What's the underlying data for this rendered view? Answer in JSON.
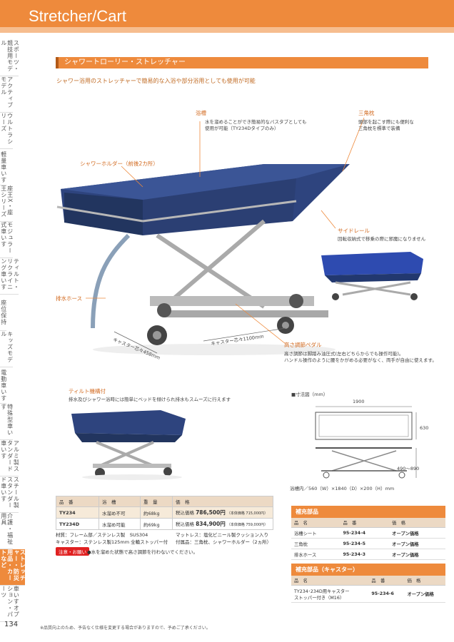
{
  "header": {
    "title": "Stretcher/Cart"
  },
  "sidebar": [
    {
      "label": "スポーツ・競技用モデル",
      "active": false
    },
    {
      "label": "アクティブモデル",
      "active": false
    },
    {
      "label": "ウルトラシリーズ",
      "active": false
    },
    {
      "label": "軽量車いす",
      "active": false
    },
    {
      "label": "座王X・座王シリーズ",
      "active": false
    },
    {
      "label": "モジュラー式車いす",
      "active": false
    },
    {
      "label": "ティルト・リクライニング車いす",
      "active": false
    },
    {
      "label": "座位保持",
      "active": false
    },
    {
      "label": "キッズモデル",
      "active": false
    },
    {
      "label": "電動車いす",
      "active": false
    },
    {
      "label": "特殊型車いす",
      "active": false
    },
    {
      "label": "アルミ製スタンダード車いす",
      "active": false
    },
    {
      "label": "スチール製スタンダード車いす",
      "active": false
    },
    {
      "label": "介護・福祉用具",
      "active": false
    },
    {
      "label": "ストレッチャー・防災用品・カートなど",
      "active": true
    },
    {
      "label": "車いすオプション・パーツ",
      "active": false
    }
  ],
  "section": {
    "title": "シャワートローリー・ストレッチャー",
    "lead": "シャワー浴用のストレッチャーで簡易的な入浴や部分浴用としても使用が可能"
  },
  "annotations": {
    "tub_title": "浴槽",
    "tub_desc_1": "水を溜めることができ簡易的なバスタブとしても",
    "tub_desc_2": "使用が可能（TY234Dタイプのみ）",
    "pillow_title": "三角枕",
    "pillow_desc_1": "頭部を起こす際にも便利な",
    "pillow_desc_2": "三角枕を標準で装備",
    "holder_title": "シャワーホルダー（前後2カ所）",
    "rail_title": "サイドレール",
    "rail_desc": "回転収納式で移乗の際に邪魔になりません",
    "hose_title": "排水ホース",
    "pedal_title": "高さ調節ペダル",
    "pedal_desc_1": "高さ調節は脚踏み油圧式(左右どちらからでも操作可能)。",
    "pedal_desc_2": "ハンドル操作のように腰をかがめる必要がなく、両手が自由に使えます。",
    "caster_dim_1": "キャスター芯々458mm",
    "caster_dim_2": "キャスター芯々1100mm",
    "tilt_title": "ティルト機構付",
    "tilt_desc": "排水及びシャワー浴時には簡単にベッドを傾けられ排水もスムーズに行えます"
  },
  "dimensions": {
    "label": "■寸法図（mm）",
    "width": "1900",
    "depth": "630",
    "height": "490～890",
    "inner": "浴槽内／560（W）×1840（D）×200（H）mm"
  },
  "spec_table": {
    "headers": [
      "品　番",
      "浴　槽",
      "重　量",
      "価　格"
    ],
    "rows": [
      {
        "code": "TY234",
        "tub": "水溜め不可",
        "weight": "約68kg",
        "price_prefix": "税込価格",
        "price": "786,500円",
        "price_note": "（本体価格 715,000円）"
      },
      {
        "code": "TY234D",
        "tub": "水溜め可能",
        "weight": "約69kg",
        "price_prefix": "税込価格",
        "price": "834,900円",
        "price_note": "（本体価格 759,000円）"
      }
    ]
  },
  "materials": {
    "line1_a": "材質：フレーム部／ステンレス製　SUS304",
    "line1_b": "マットレス：塩化ビニール製クッション入り",
    "line2_a": "キャスター：ステンレス製125mm 全輪ストッパー付",
    "line2_b": "付属品：三角枕、シャワーホルダー（2ヵ所）"
  },
  "warning": {
    "badge": "注意・お願い",
    "text": "●水を溜めた状態で高さ調節を行わないでください。"
  },
  "parts1": {
    "title": "補充部品",
    "headers": [
      "品　名",
      "品　番",
      "価　格"
    ],
    "rows": [
      {
        "name": "浴槽シート",
        "code": "95-234-4",
        "price": "オープン価格"
      },
      {
        "name": "三角枕",
        "code": "95-234-5",
        "price": "オープン価格"
      },
      {
        "name": "排水ホース",
        "code": "95-234-3",
        "price": "オープン価格"
      }
    ]
  },
  "parts2": {
    "title": "補充部品（キャスター）",
    "headers": [
      "品　名",
      "品　番",
      "価　格"
    ],
    "rows": [
      {
        "name_1": "TY234･234D用キャスター",
        "name_2": "ストッパー付き（M16）",
        "code": "95-234-6",
        "price": "オープン価格"
      }
    ]
  },
  "footer": {
    "page": "134",
    "note": "※品質向上のため、予告なく仕様を変更する場合がありますので、予めご了承ください。"
  },
  "colors": {
    "accent": "#ee8a3c",
    "navy": "#24386e",
    "warn": "#e02020"
  }
}
